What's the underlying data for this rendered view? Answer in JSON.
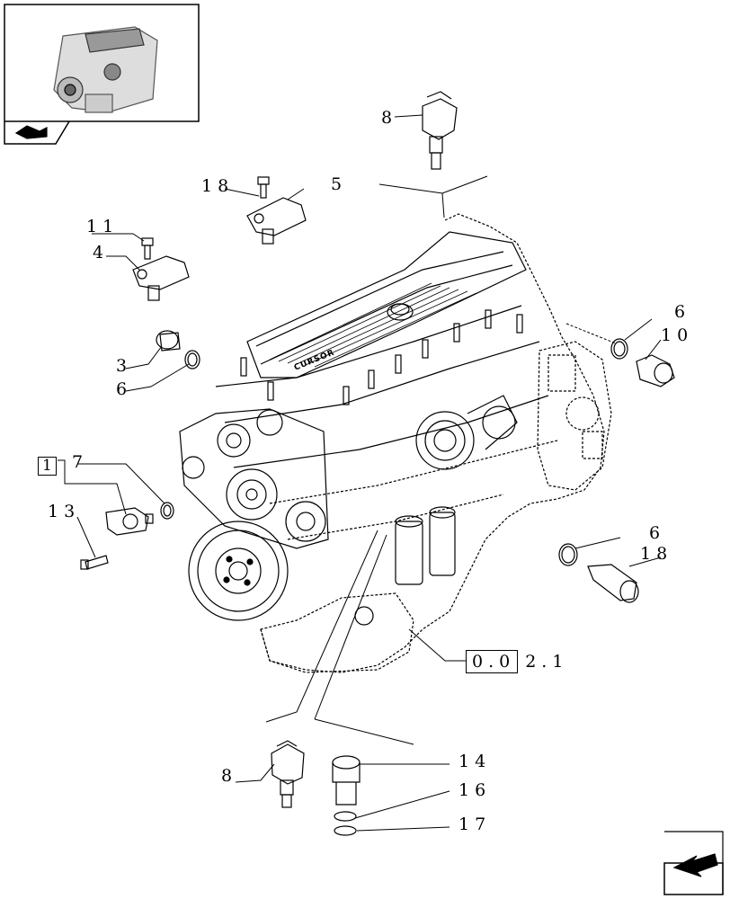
{
  "callouts": {
    "c8_top": "8",
    "c18_top": "18",
    "c5": "5",
    "c11": "11",
    "c4": "4",
    "c3": "3",
    "c6_left": "6",
    "c6_right_top": "6",
    "c10": "10",
    "c7": "7",
    "c13": "13",
    "c6_right_mid": "6",
    "c18_right": "18",
    "c8_bottom": "8",
    "c14": "14",
    "c16": "16",
    "c17": "17"
  },
  "group_box": "1",
  "reference": {
    "boxed": "0.0",
    "tail": "2.1"
  },
  "engine_label": "CURSOR",
  "icons": [
    "engine-thumbnail",
    "section-icon",
    "next-page-arrow-icon"
  ]
}
